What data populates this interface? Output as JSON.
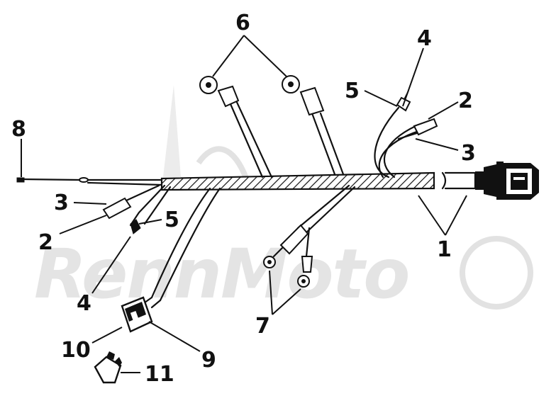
{
  "diagram": {
    "watermark": "RennMoto",
    "callouts": {
      "c1": "1",
      "c2a": "2",
      "c2b": "2",
      "c3a": "3",
      "c3b": "3",
      "c4a": "4",
      "c4b": "4",
      "c5a": "5",
      "c5b": "5",
      "c6": "6",
      "c7": "7",
      "c8": "8",
      "c9": "9",
      "c10": "10",
      "c11": "11"
    }
  }
}
